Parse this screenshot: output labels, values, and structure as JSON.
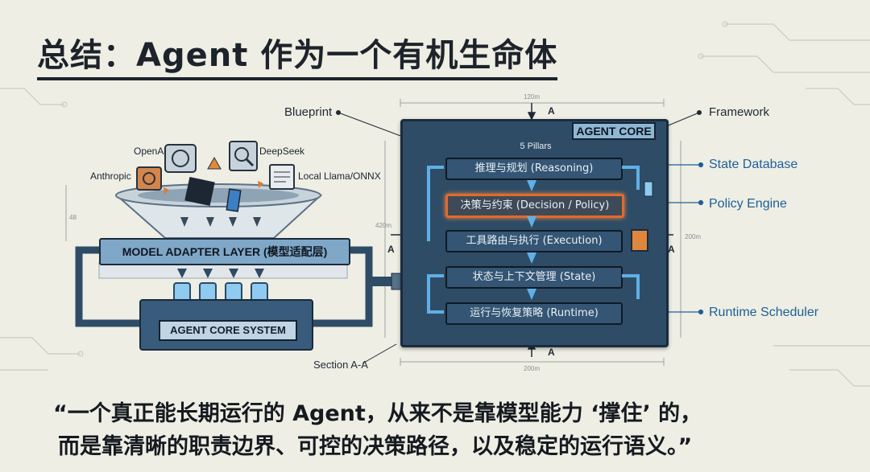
{
  "title": "总结：Agent 作为一个有机生命体",
  "labels": {
    "blueprint": "Blueprint",
    "framework": "Framework",
    "state_database": "State Database",
    "policy_engine": "Policy Engine",
    "runtime_scheduler": "Runtime Scheduler",
    "section": "Section A-A"
  },
  "models": {
    "openai": "OpenAI",
    "deepseek": "DeepSeek",
    "anthropic": "Anthropic",
    "local": "Local Llama/ONNX"
  },
  "adapter_layer": "MODEL ADAPTER LAYER (模型适配层)",
  "core_system": "AGENT CORE SYSTEM",
  "agent_core": {
    "title": "AGENT CORE",
    "pillars_header": "5 Pillars",
    "pillars": [
      "推理与规划 (Reasoning)",
      "决策与约束 (Decision / Policy)",
      "工具路由与执行 (Execution)",
      "状态与上下文管理 (State)",
      "运行与恢复策略 (Runtime)"
    ],
    "highlighted_index": 1
  },
  "dimensions": {
    "top": "120m",
    "bottom": "200m",
    "left": "420m",
    "right": "200m",
    "small": "48",
    "section_marker": "A"
  },
  "quote": {
    "line1": "“一个真正能长期运行的 Agent，从来不是靠模型能力 ‘撑住’ 的，",
    "line2": "而是靠清晰的职责边界、可控的决策路径，以及稳定的运行语义。”"
  },
  "colors": {
    "background": "#eeeee4",
    "panel": "#2f4c66",
    "accent_blue": "#1e5f99",
    "highlight": "#e26a2c"
  }
}
